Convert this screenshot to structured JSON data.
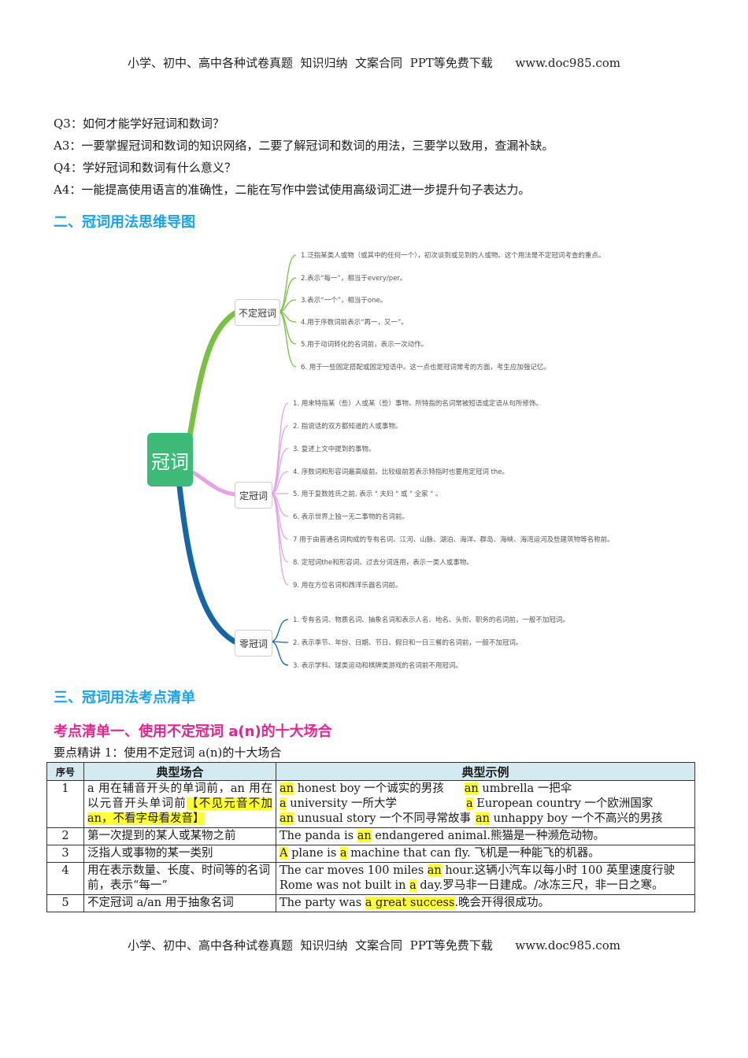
{
  "header": "小学、初中、高中各种试卷真题  知识归纳  文案合同  PPT等免费下载      www.doc985.com",
  "footer": "小学、初中、高中各种试卷真题  知识归纳  文案合同  PPT等免费下载      www.doc985.com",
  "qa": [
    "Q3：如何才能学好冠词和数词？",
    "A3：一要掌握冠词和数词的知识网络，二要了解冠词和数词的用法，三要学以致用，查漏补缺。",
    "Q4：学好冠词和数词有什么意义？",
    "A4：一能提高使用语言的准确性，二能在写作中尝试使用高级词汇进一步提升句子表达力。"
  ],
  "section2_title": "二、冠词用法思维导图",
  "mindmap": {
    "root": "冠词",
    "colors": {
      "indef": "#7ac143",
      "def": "#e6a2e0",
      "zero": "#1565a8",
      "root": "#3dba78"
    },
    "indefinite": {
      "label": "不定冠词",
      "items": [
        "1.泛指某类人或物（或其中的任何一个），初次谈到或见到的人或物。这个用法是不定冠词考查的重点。",
        "2.表示“每一”，相当于every/per。",
        "3.表示“一个”，相当于one。",
        "4.用于序数词前表示“再一，又一”。",
        "5.用于动词转化的名词前，表示一次动作。",
        "6. 用于一些固定搭配或固定短语中。这一点也是冠词常考的方面，考生应加强记忆。"
      ]
    },
    "definite": {
      "label": "定冠词",
      "items": [
        "1. 用来特指某（些）人或某（些）事物。所特指的名词常被短语或定语从句所修饰。",
        "2. 指说话的双方都知道的人或事物。",
        "3. 复述上文中提到的事物。",
        "4. 序数词和形容词最高级前。比较级前若表示特指时也要用定冠词 the。",
        "5. 用于复数姓氏之前, 表示 \" 夫妇 \" 或 \" 全家 \" 。",
        "6. 表示世界上独一无二事物的名词前。",
        "7 用于由普通名词构成的专有名词、江河、山脉、湖泊、海洋、群岛、海峡、海湾运河及些建筑物等名称前。",
        "8. 定冠词the和形容词、过去分词连用，表示一类人或事物。",
        "9. 用在方位名词和西洋乐器名词前。"
      ]
    },
    "zero": {
      "label": "零冠词",
      "items": [
        "1. 专有名词、物质名词、抽象名词和表示人名、地名、头衔、职务的名词前，一般不加冠词。",
        "2. 表示季节、年份、日期、节日、假日和一日三餐的名词前，一般不加冠词。",
        "3. 表示学科、球类运动和棋牌类游戏的名词前不用冠词。"
      ]
    }
  },
  "section3_title": "三、冠词用法考点清单",
  "list1_title": "考点清单一、使用不定冠词 a(n)的十大场合",
  "subtitle": "要点精讲 1：使用不定冠词 a(n)的十大场合",
  "table": {
    "headers": [
      "序号",
      "典型场合",
      "典型示例"
    ],
    "rows": [
      {
        "num": "1",
        "scene_plain": "a 用在辅音开头的单词前，an 用在以元音开头单词前",
        "scene_hl": "【不见元音不加 an，不看字母看发音】",
        "ex": [
          [
            "an",
            " honest boy 一个诚实的男孩",
            "an",
            " umbrella 一把伞"
          ],
          [
            "a",
            " university 一所大学",
            "a",
            " European country 一个欧洲国家"
          ],
          [
            "an",
            " unusual story 一个不同寻常故事",
            "an",
            " unhappy boy 一个不高兴的男孩"
          ]
        ]
      },
      {
        "num": "2",
        "scene": "第一次提到的某人或某物之前",
        "ex_pre": "The panda is ",
        "ex_hl": "an",
        "ex_post": " endangered animal.熊猫是一种濒危动物。"
      },
      {
        "num": "3",
        "scene": "泛指人或事物的某一类别",
        "ex_hl1": "A",
        "ex_mid": " plane is ",
        "ex_hl2": "a",
        "ex_post": " machine that can fly. 飞机是一种能飞的机器。"
      },
      {
        "num": "4",
        "scene": "用在表示数量、长度、时间等的名词前，表示“每一”",
        "l1_pre": "The car moves 100 miles ",
        "l1_hl": "an",
        "l1_post": " hour.这辆小汽车以每小时 100 英里速度行驶",
        "l2_pre": "Rome was not built in ",
        "l2_hl": "a",
        "l2_post": " day.罗马非一日建成。/冰冻三尺，非一日之寒。"
      },
      {
        "num": "5",
        "scene": "不定冠词 a/an 用于抽象名词",
        "ex_pre": "The party was ",
        "ex_hl": "a great success",
        "ex_post": ".晚会开得很成功。"
      }
    ]
  }
}
